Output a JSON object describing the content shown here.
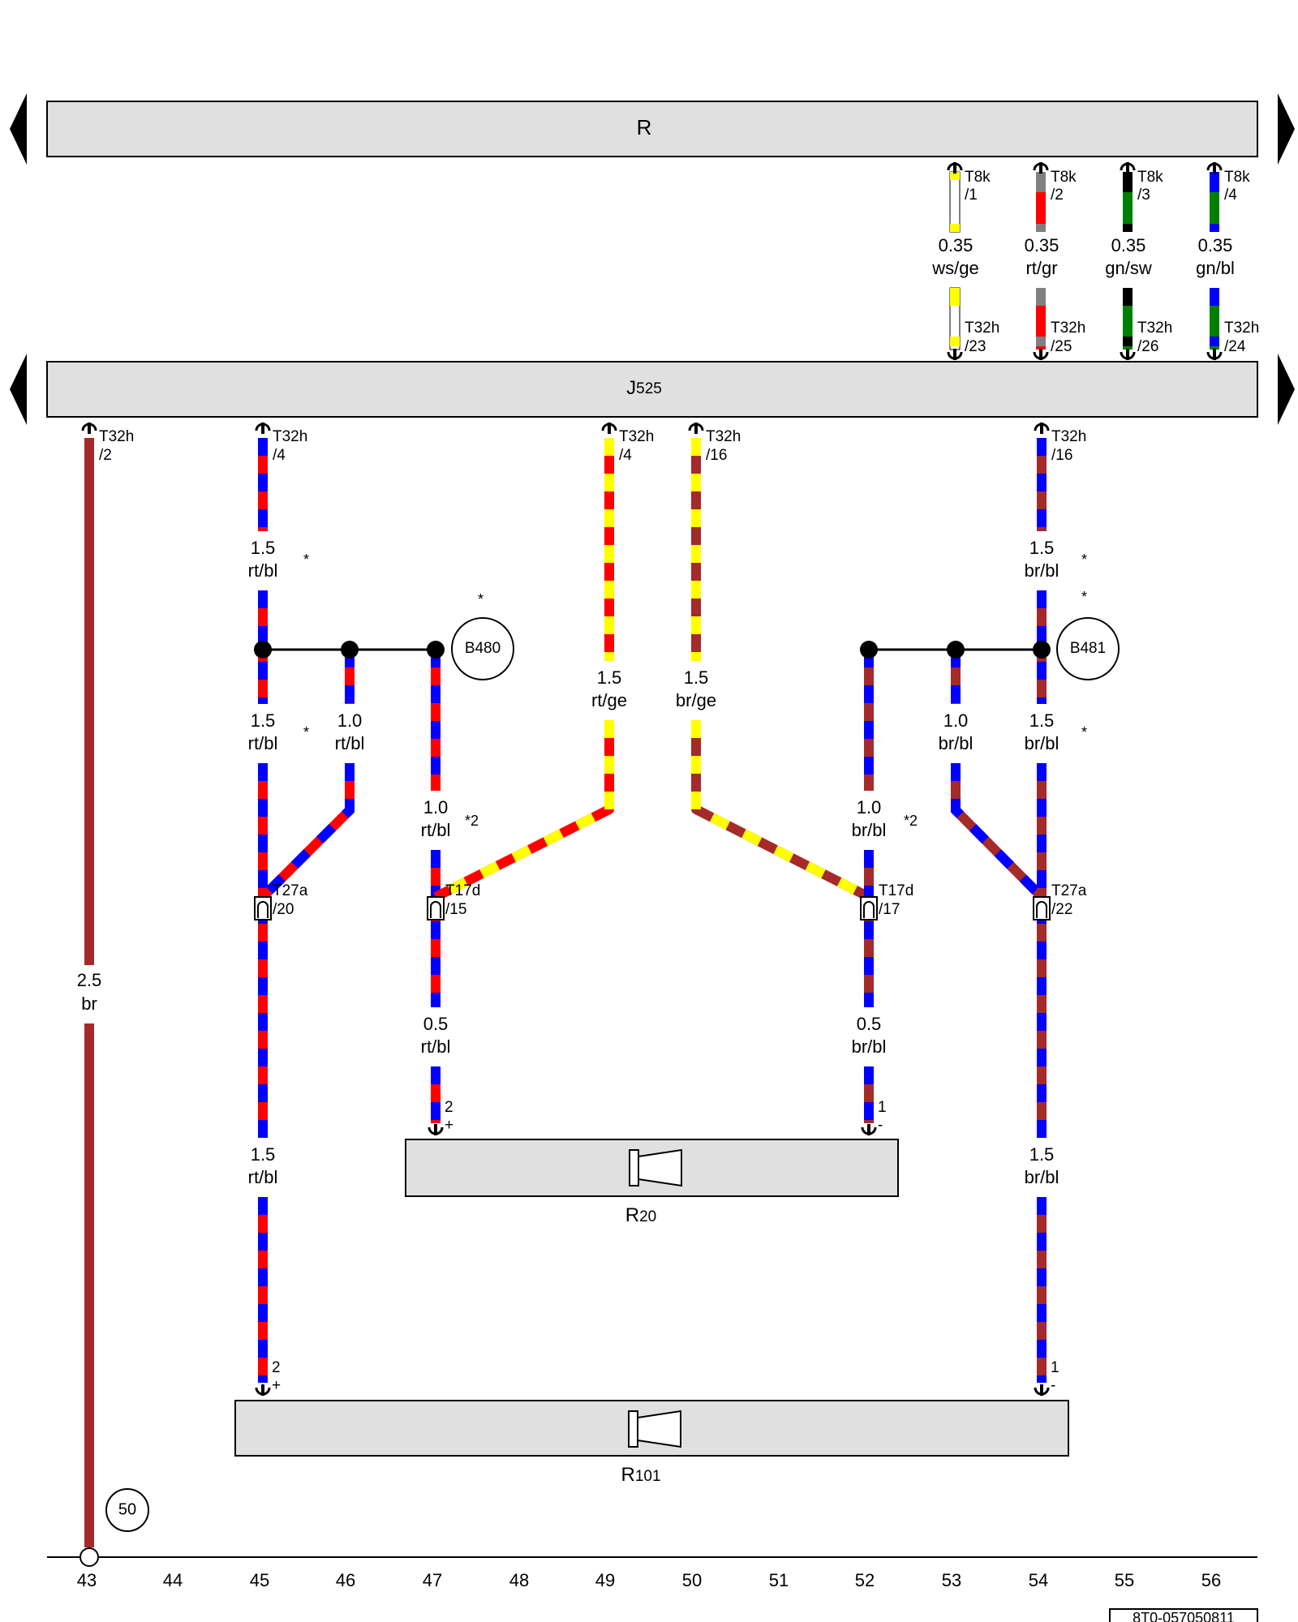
{
  "modules": {
    "r_label": "R",
    "j525_label": "J",
    "j525_sub": "525",
    "r20_label": "R",
    "r20_sub": "20",
    "r101_label": "R",
    "r101_sub": "101"
  },
  "splices": {
    "b480": "B480",
    "b481": "B481",
    "ground_ref": "50"
  },
  "doc_number": "8T0-057050811",
  "colors": {
    "rt": "#ff0000",
    "bl": "#0000ff",
    "br": "#a52a2a",
    "ge": "#ffff00",
    "ws": "#ffffff",
    "gr": "#808080",
    "sw": "#000000",
    "gn": "#008000",
    "panel": "#e0e0e0"
  },
  "top_wires": [
    {
      "conn_top": "T8k",
      "pin_top": "/1",
      "size": "0.35",
      "color": "ws/ge",
      "conn_bot": "T32h",
      "pin_bot": "/23"
    },
    {
      "conn_top": "T8k",
      "pin_top": "/2",
      "size": "0.35",
      "color": "rt/gr",
      "conn_bot": "T32h",
      "pin_bot": "/25"
    },
    {
      "conn_top": "T8k",
      "pin_top": "/3",
      "size": "0.35",
      "color": "gn/sw",
      "conn_bot": "T32h",
      "pin_bot": "/26"
    },
    {
      "conn_top": "T8k",
      "pin_top": "/4",
      "size": "0.35",
      "color": "gn/bl",
      "conn_bot": "T32h",
      "pin_bot": "/24"
    }
  ],
  "connectors": {
    "c43": {
      "name": "T32h",
      "pin": "/2"
    },
    "c45": {
      "name": "T32h",
      "pin": "/4"
    },
    "c49": {
      "name": "T32h",
      "pin": "/4"
    },
    "c50": {
      "name": "T32h",
      "pin": "/16"
    },
    "c54": {
      "name": "T32h",
      "pin": "/16"
    },
    "t27a_20": {
      "name": "T27a",
      "pin": "/20"
    },
    "t17d_15": {
      "name": "T17d",
      "pin": "/15"
    },
    "t17d_17": {
      "name": "T17d",
      "pin": "/17"
    },
    "t27a_22": {
      "name": "T27a",
      "pin": "/22"
    }
  },
  "wire_labels": {
    "w43": {
      "size": "2.5",
      "color": "br"
    },
    "w45a": {
      "size": "1.5",
      "color": "rt/bl"
    },
    "w45b": {
      "size": "1.5",
      "color": "rt/bl"
    },
    "w45c": {
      "size": "1.5",
      "color": "rt/bl"
    },
    "w46": {
      "size": "1.0",
      "color": "rt/bl"
    },
    "w47a": {
      "size": "1.0",
      "color": "rt/bl"
    },
    "w47b": {
      "size": "0.5",
      "color": "rt/bl"
    },
    "w49": {
      "size": "1.5",
      "color": "rt/ge"
    },
    "w50": {
      "size": "1.5",
      "color": "br/ge"
    },
    "w52a": {
      "size": "1.0",
      "color": "br/bl"
    },
    "w52b": {
      "size": "0.5",
      "color": "br/bl"
    },
    "w53": {
      "size": "1.0",
      "color": "br/bl"
    },
    "w54a": {
      "size": "1.5",
      "color": "br/bl"
    },
    "w54b": {
      "size": "1.5",
      "color": "br/bl"
    },
    "w54c": {
      "size": "1.5",
      "color": "br/bl"
    }
  },
  "marks": {
    "star": "*",
    "star2": "*2",
    "plus": "+",
    "minus": "-",
    "pin1": "1",
    "pin2": "2"
  },
  "grid_numbers": [
    "43",
    "44",
    "45",
    "46",
    "47",
    "48",
    "49",
    "50",
    "51",
    "52",
    "53",
    "54",
    "55",
    "56"
  ]
}
